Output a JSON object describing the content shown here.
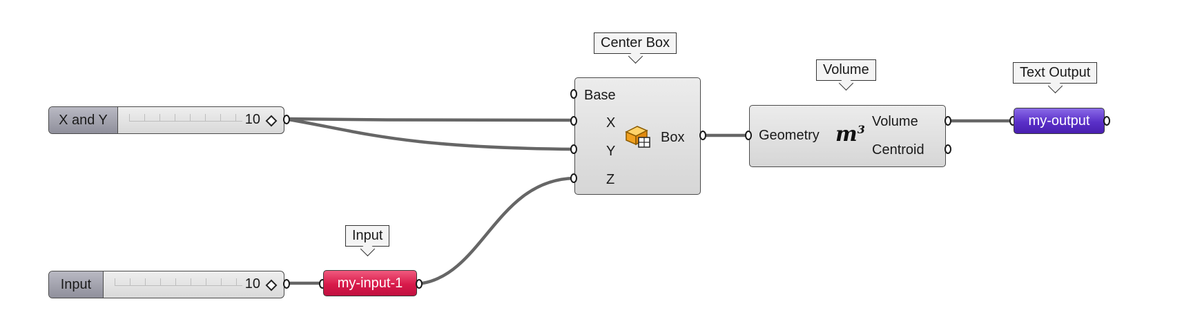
{
  "sliders": [
    {
      "label": "X and Y",
      "value": "10"
    },
    {
      "label": "Input",
      "value": "10"
    }
  ],
  "input_param": {
    "label": "my-input-1",
    "color": "#d81a4a"
  },
  "output_param": {
    "label": "my-output",
    "color": "#5a30c8"
  },
  "center_box": {
    "title": "Center Box",
    "inputs": [
      "Base",
      "X",
      "Y",
      "Z"
    ],
    "output": "Box",
    "icon": "box-icon"
  },
  "volume": {
    "title": "Volume",
    "input": "Geometry",
    "icon_text": "m",
    "icon_sup": "3",
    "outputs": [
      "Volume",
      "Centroid"
    ]
  },
  "tags": {
    "input": "Input",
    "output": "Text Output"
  }
}
